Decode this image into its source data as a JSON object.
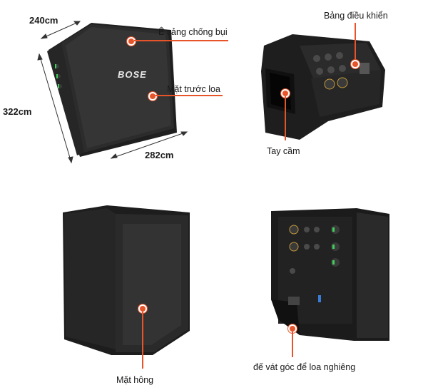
{
  "colors": {
    "accent": "#e8542a",
    "speaker_body": "#2a2a2a",
    "speaker_grille": "#3a3a3a"
  },
  "dimensions": {
    "width": "240cm",
    "height": "322cm",
    "depth": "282cm"
  },
  "brand_logo": "BOSE",
  "callouts": {
    "dust_cover": "Ê cảng chống bụi",
    "front": "Mặt trước loa",
    "control_panel": "Bảng điều khiển",
    "handle": "Tay cầm",
    "side": "Mặt hông",
    "tilt_base": "đế vát góc để loa nghiêng"
  }
}
